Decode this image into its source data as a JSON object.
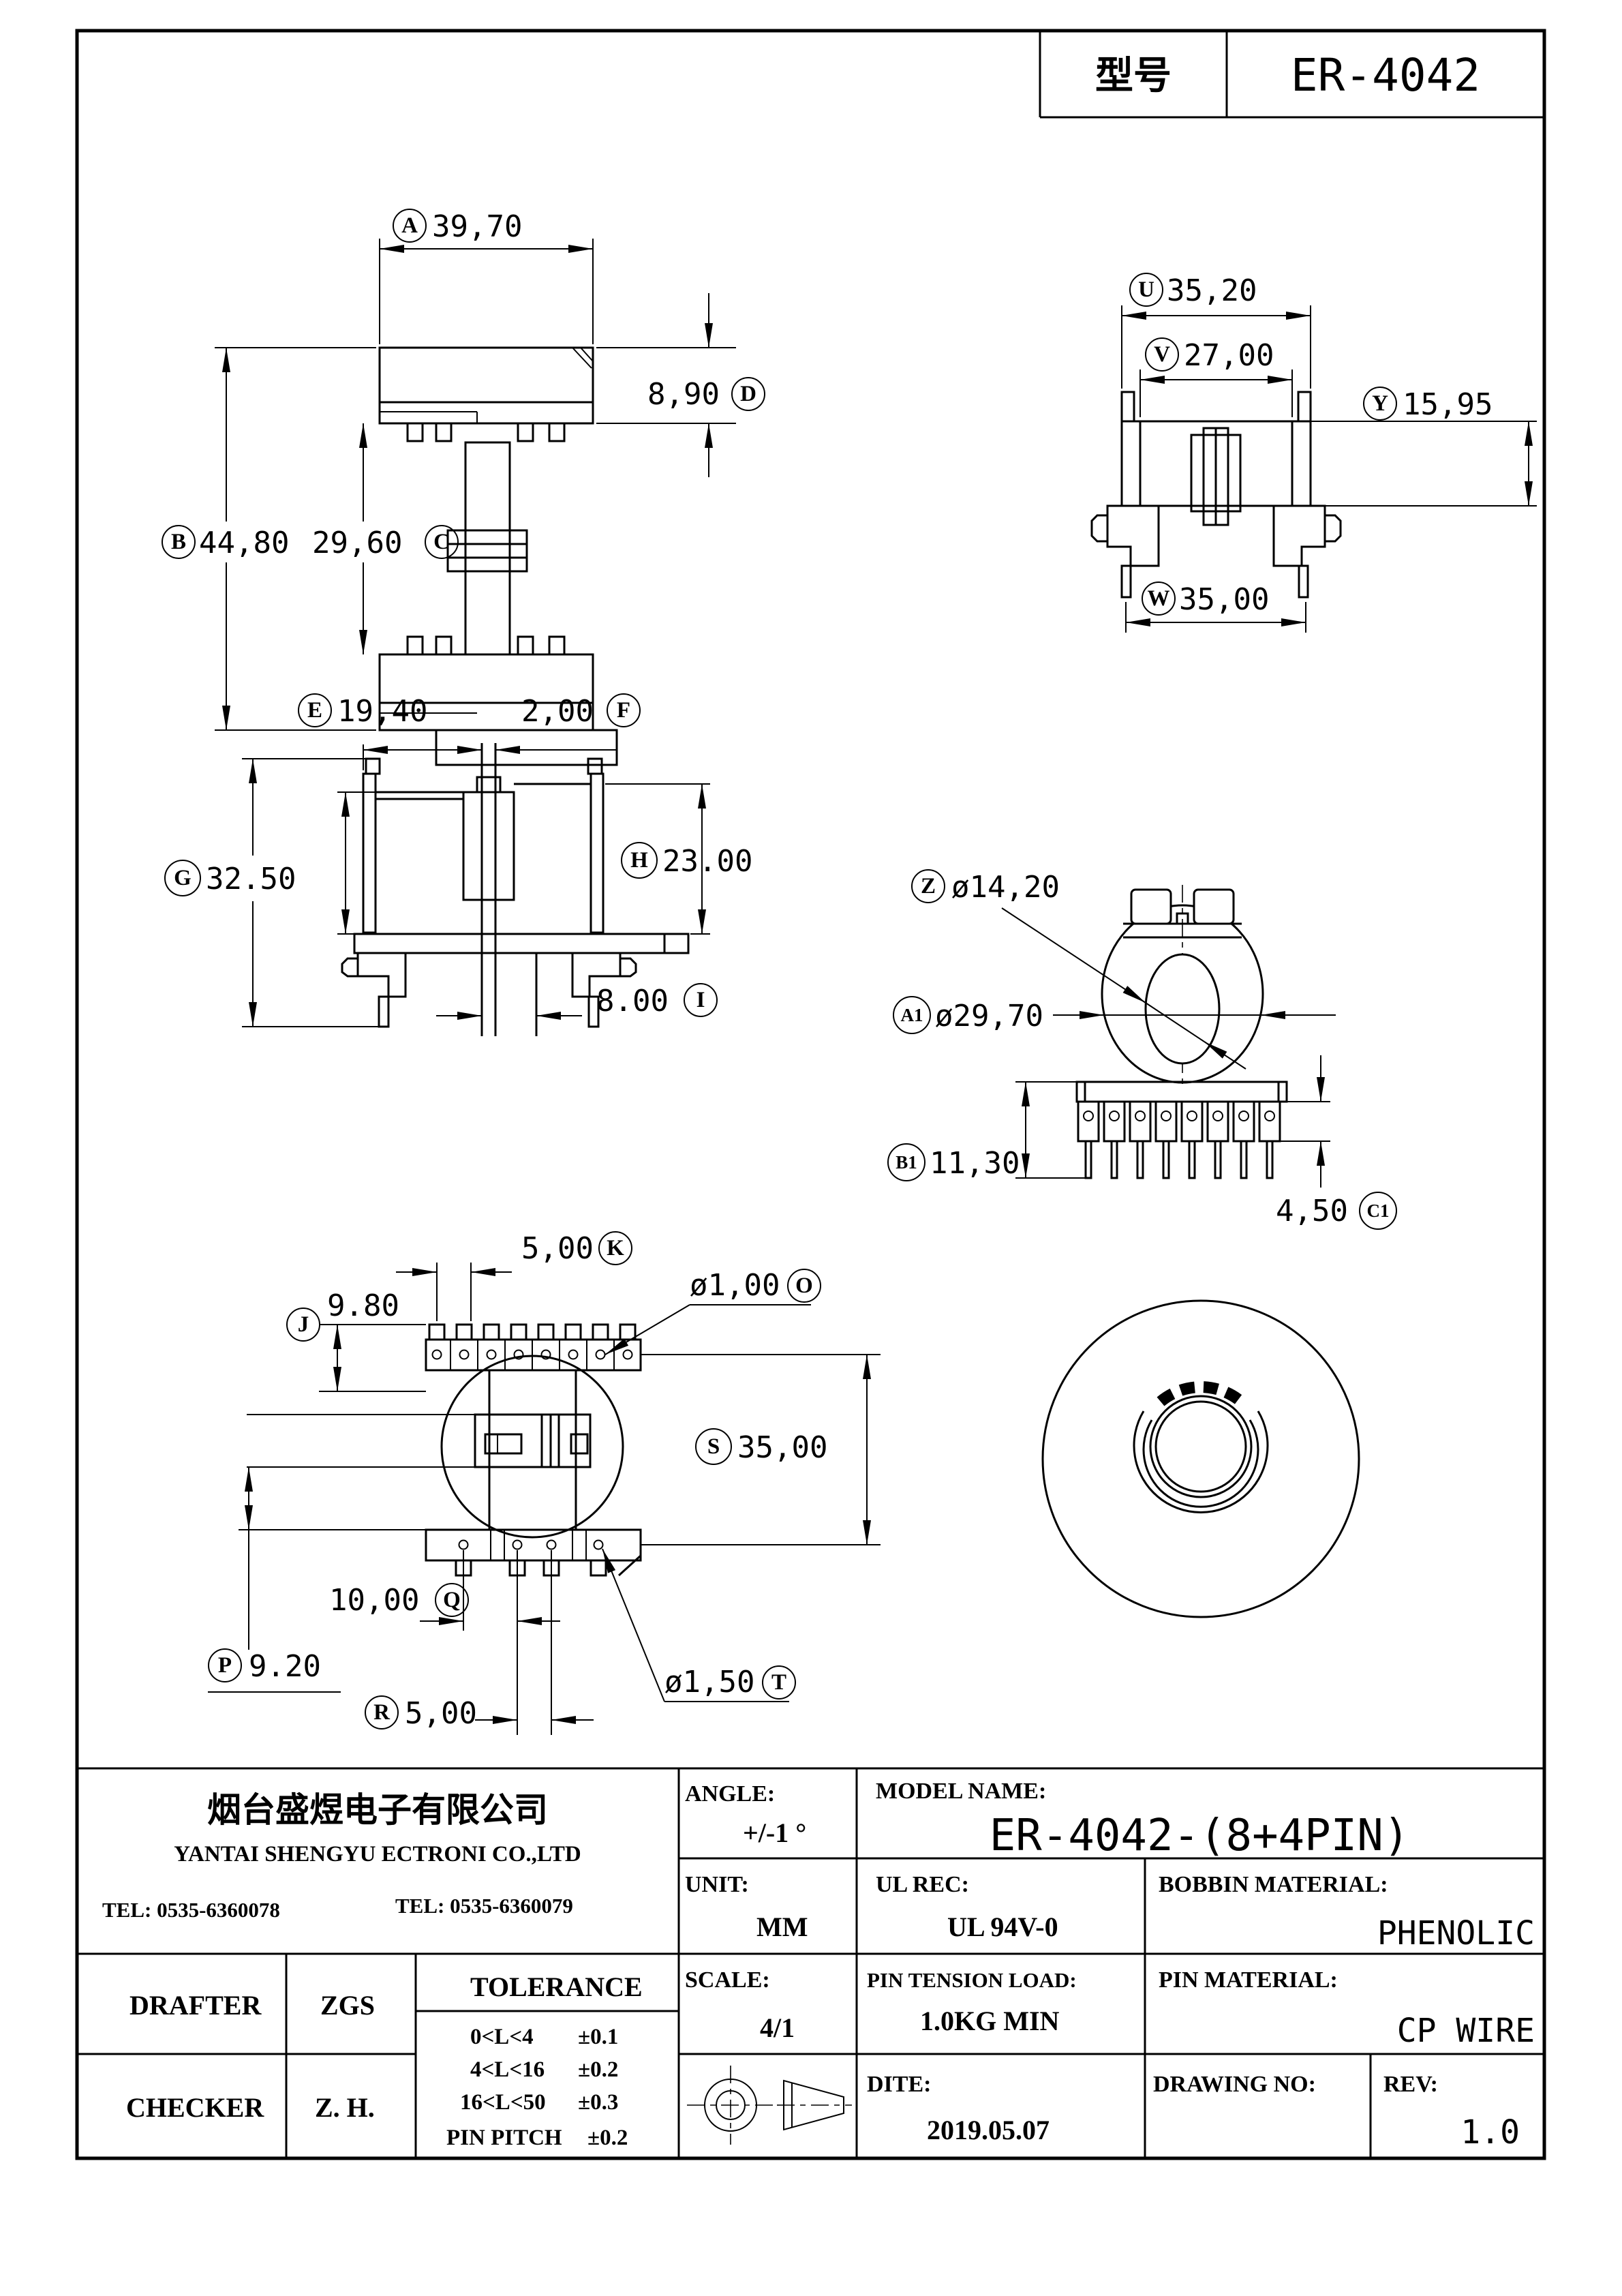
{
  "frame": {
    "model_label": "型号",
    "model_value": "ER-4042"
  },
  "views": {
    "front": {
      "a": {
        "id": "A",
        "v": "39,70"
      },
      "b": {
        "id": "B",
        "v": "44,80"
      },
      "c": {
        "id": "C",
        "v": "29,60"
      },
      "d": {
        "id": "D",
        "v": "8,90"
      }
    },
    "side_right": {
      "u": {
        "id": "U",
        "v": "35,20"
      },
      "vv": {
        "id": "V",
        "v": "27,00"
      },
      "y": {
        "id": "Y",
        "v": "15,95"
      },
      "w": {
        "id": "W",
        "v": "35,00"
      }
    },
    "side_left": {
      "e": {
        "id": "E",
        "v": "19,40"
      },
      "f": {
        "id": "F",
        "v": "2,00"
      },
      "g": {
        "id": "G",
        "v": "32.50"
      },
      "h": {
        "id": "H",
        "v": "23.00"
      },
      "i": {
        "id": "I",
        "v": "8.00"
      }
    },
    "core": {
      "z": {
        "id": "Z",
        "v": "ø14,20"
      },
      "a1": {
        "id": "A1",
        "v": "ø29,70"
      },
      "b1": {
        "id": "B1",
        "v": "11,30"
      },
      "c1": {
        "id": "C1",
        "v": "4,50"
      }
    },
    "top": {
      "j": {
        "id": "J",
        "v": "9.80"
      },
      "k": {
        "id": "K",
        "v": "5,00"
      },
      "o": {
        "id": "O",
        "v": "ø1,00"
      },
      "s": {
        "id": "S",
        "v": "35,00"
      },
      "p": {
        "id": "P",
        "v": "9.20"
      },
      "q": {
        "id": "Q",
        "v": "10,00"
      },
      "r": {
        "id": "R",
        "v": "5,00"
      },
      "t": {
        "id": "T",
        "v": "ø1,50"
      }
    }
  },
  "title_block": {
    "company_cn": "烟台盛煜电子有限公司",
    "company_en": "YANTAI SHENGYU ECTRONI CO.,LTD",
    "tel1": "TEL: 0535-6360078",
    "tel2": "TEL: 0535-6360079",
    "angle_label": "ANGLE:",
    "angle_value": "+/-1 °",
    "model_name_label": "MODEL NAME:",
    "model_name_value": "ER-4042-(8+4PIN)",
    "unit_label": "UNIT:",
    "unit_value": "MM",
    "ul_label": "UL REC:",
    "ul_value": "UL 94V-0",
    "bobbin_label": "BOBBIN MATERIAL:",
    "bobbin_value": "PHENOLIC",
    "drafter_label": "DRAFTER",
    "drafter_value": "ZGS",
    "checker_label": "CHECKER",
    "checker_value": "Z. H.",
    "tolerance_label": "TOLERANCE",
    "tolerance_rows": [
      {
        "range": "0<L<4",
        "tol": "±0.1"
      },
      {
        "range": "4<L<16",
        "tol": "±0.2"
      },
      {
        "range": "16<L<50",
        "tol": "±0.3"
      },
      {
        "range": "PIN PITCH",
        "tol": "±0.2"
      }
    ],
    "scale_label": "SCALE:",
    "scale_value": "4/1",
    "pin_tension_label": "PIN TENSION LOAD:",
    "pin_tension_value": "1.0KG MIN",
    "pin_material_label": "PIN MATERIAL:",
    "pin_material_value": "CP WIRE",
    "date_label": "DITE:",
    "date_value": "2019.05.07",
    "drawing_no_label": "DRAWING NO:",
    "rev_label": "REV:",
    "rev_value": "1.0"
  }
}
